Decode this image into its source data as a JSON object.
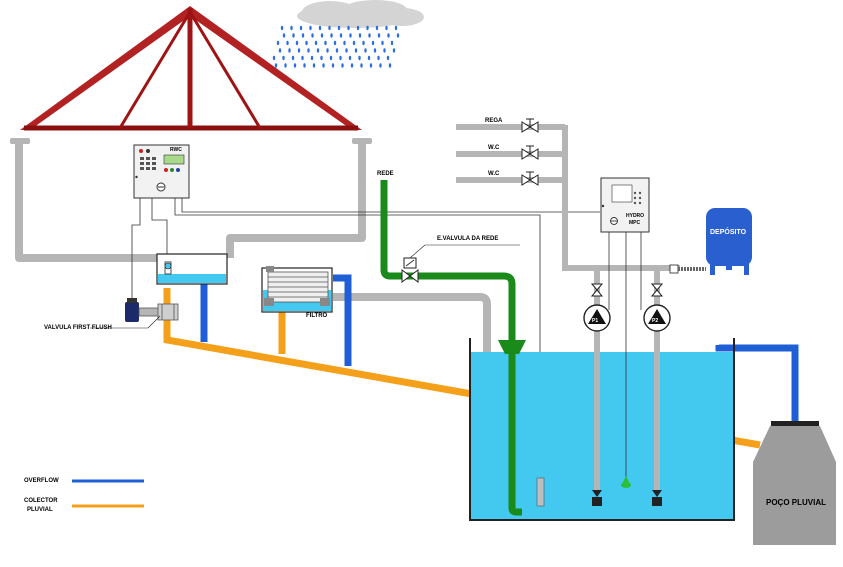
{
  "labels": {
    "rwc": "RWC",
    "rega": "REGA",
    "wc1": "W.C",
    "wc2": "W.C",
    "rede": "REDE",
    "ev_valvula": "E.VALVULA DA REDE",
    "hydro": "HYDRO",
    "mpc": "MPC",
    "deposito": "DEPÓSITO",
    "first_flush": "VALVULA FIRST FLUSH",
    "filtro": "FILTRO",
    "poco_pluvial": "POÇO PLUVIAL",
    "pump1": "P1",
    "pump2": "P2"
  },
  "legend": {
    "overflow": "OVERFLOW",
    "colector_line1": "COLECTOR",
    "colector_line2": "PLUVIAL"
  },
  "colors": {
    "roof": "#b22222",
    "pipe_grey": "#b5b5b5",
    "overflow_blue": "#1f5fd6",
    "collector_orange": "#f5a01a",
    "mains_green": "#1a8a1a",
    "water": "#43c8f0",
    "well": "#9c9c9c",
    "tank_blue": "#2a5fd0"
  }
}
